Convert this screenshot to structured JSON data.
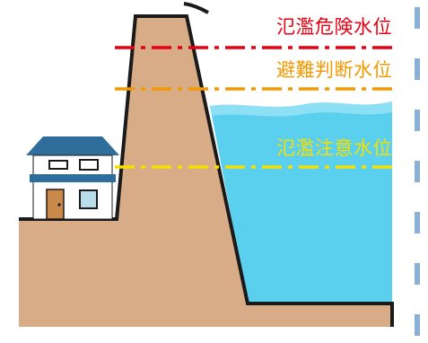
{
  "levels": {
    "danger": {
      "label": "氾濫危険水位",
      "color": "#e60012"
    },
    "evacuation": {
      "label": "避難判断水位",
      "color": "#f39800"
    },
    "caution": {
      "label": "氾濫注意水位",
      "color": "#f5e000"
    }
  },
  "colors": {
    "ground": "#d7ac86",
    "water": "#5bd0ee",
    "water_top": "#8ddff4",
    "outline": "#1a1a1a",
    "dash": "#8ab0d6",
    "house_roof": "#2f6d9c",
    "house_wall": "#ffffff",
    "house_band": "#2f6d9c",
    "house_door": "#c8894a",
    "house_window": "#b9dde9"
  },
  "icons": {
    "house": "house-icon"
  }
}
